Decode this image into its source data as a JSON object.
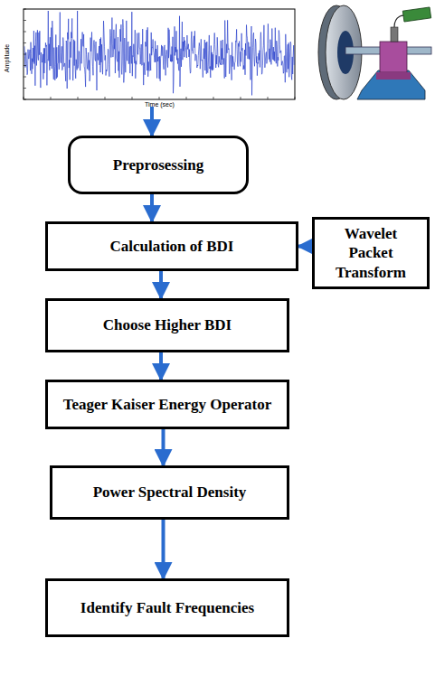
{
  "diagram": {
    "nodes": [
      {
        "text": [
          "Preprosessing"
        ]
      },
      {
        "text": [
          "Calculation of BDI"
        ]
      },
      {
        "text": [
          "Wavelet Packet Transform"
        ]
      },
      {
        "text": [
          "Choose Higher BDI"
        ]
      },
      {
        "text": [
          "Teager Kaiser Energy Operator"
        ]
      },
      {
        "text": [
          "Power Spectral Density"
        ]
      },
      {
        "text": [
          "Identify Fault Frequencies"
        ]
      }
    ],
    "edges": [
      {
        "from": 0,
        "to": 1,
        "arrow": "to"
      },
      {
        "from": 2,
        "to": 1,
        "arrow": "to"
      },
      {
        "from": 1,
        "to": 3,
        "arrow": "to"
      },
      {
        "from": 3,
        "to": 4,
        "arrow": "to"
      },
      {
        "from": 4,
        "to": 5,
        "arrow": "to"
      },
      {
        "from": 5,
        "to": 6,
        "arrow": "to"
      }
    ],
    "labels": [
      "Amplitude",
      "Time (sec)"
    ]
  }
}
